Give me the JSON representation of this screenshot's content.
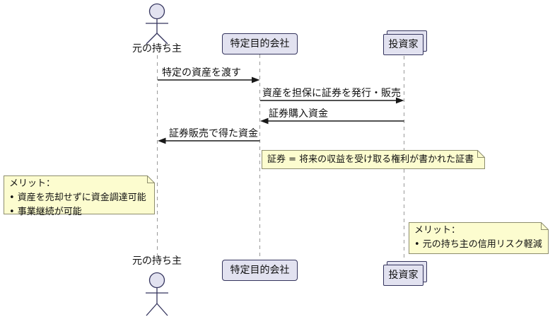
{
  "diagram_type": "sequence-diagram",
  "actors": {
    "owner": {
      "label": "元の持ち主"
    }
  },
  "participants": {
    "spc": {
      "label": "特定目的会社"
    },
    "investor": {
      "label": "投資家",
      "style": "collections"
    }
  },
  "messages": [
    {
      "label": "特定の資産を渡す",
      "from": "元の持ち主",
      "to": "特定目的会社",
      "direction": "right"
    },
    {
      "label": "資産を担保に証券を発行・販売",
      "from": "特定目的会社",
      "to": "投資家",
      "direction": "right"
    },
    {
      "label": "証券購入資金",
      "from": "投資家",
      "to": "特定目的会社",
      "direction": "left"
    },
    {
      "label": "証券販売で得た資金",
      "from": "特定目的会社",
      "to": "元の持ち主",
      "direction": "left"
    }
  ],
  "notes": [
    {
      "position": "right of 特定目的会社",
      "lines": [
        "証券 = 将来の収益を受け取る権利が書かれた証書"
      ]
    },
    {
      "position": "left of 元の持ち主",
      "lines": [
        "メリット：",
        "• 資産を売却せずに資金調達可能",
        "• 事業継続が可能"
      ]
    },
    {
      "position": "right of 投資家",
      "lines": [
        "メリット：",
        "• 元の持ち主の信用リスク軽減"
      ]
    }
  ],
  "colors": {
    "background": "#FFFFFF",
    "participant_fill": "#E2E2F0",
    "participant_border": "#35355E",
    "note_fill": "#FCFCCF",
    "note_border": "#8E8E6E",
    "lifeline": "#999999",
    "arrow": "#181818",
    "text": "#111111"
  }
}
